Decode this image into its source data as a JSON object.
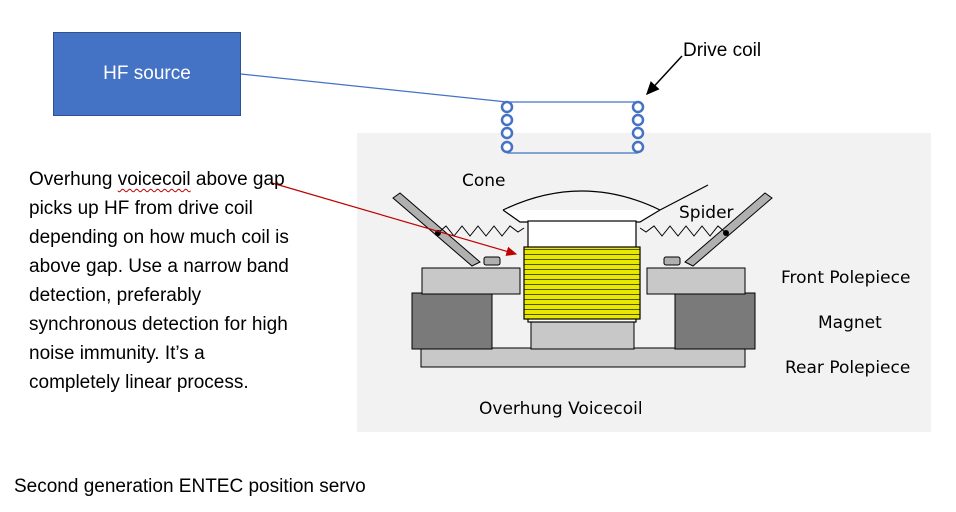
{
  "hf_source_label": "HF source",
  "drive_coil_label": "Drive coil",
  "description": {
    "part1": "Overhung ",
    "misspelled_word": "voicecoil",
    "part2": " above gap picks up HF from drive coil depending on how much coil is above gap. Use a narrow band detection, preferably synchronous detection for high noise immunity. It’s a completely linear process."
  },
  "speaker_labels": {
    "cone": "Cone",
    "spider": "Spider",
    "front_polepiece": "Front Polepiece",
    "magnet": "Magnet",
    "rear_polepiece": "Rear Polepiece",
    "title": "Overhung Voicecoil"
  },
  "caption": "Second generation ENTEC position servo",
  "colors": {
    "hf_box": "#4472c4",
    "wire": "#4472c4",
    "coil_ring": "#4472c4",
    "pointer_arrow": "#c00000",
    "voicecoil": "#e8e800",
    "magnet_gray": "#7a7a7a",
    "polepiece_gray": "#c8c8c8",
    "panel_bg": "#f2f2f2"
  }
}
